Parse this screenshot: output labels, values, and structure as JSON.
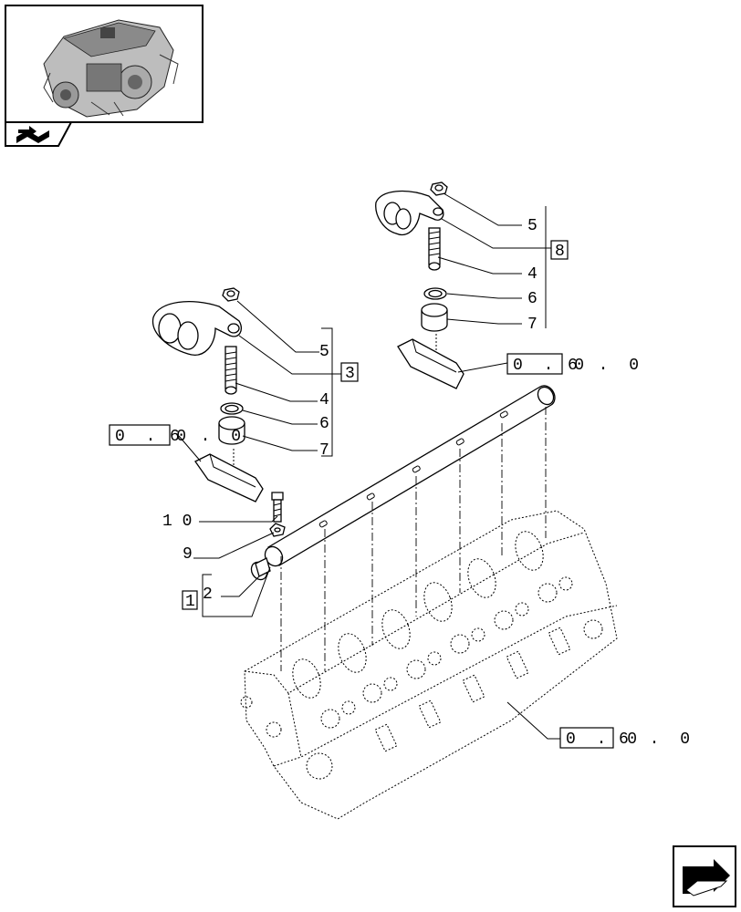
{
  "thumbnail": {
    "icon": "engine-thumbnail-icon",
    "tab_icon": "book-arrow-icon"
  },
  "callouts": {
    "group_right": {
      "box": "8",
      "items": [
        "5",
        "4",
        "6",
        "7"
      ]
    },
    "group_left": {
      "box": "3",
      "items": [
        "5",
        "4",
        "6",
        "7"
      ]
    },
    "shaft_group": {
      "box": "1",
      "item": "2"
    },
    "screw": "1 0",
    "washer": "9"
  },
  "references": {
    "ref_top_right": {
      "boxed": "0 . 0",
      "rest": "6 . 0"
    },
    "ref_left": {
      "boxed": "0 . 0",
      "rest": "6 . 0"
    },
    "ref_bottom": {
      "boxed": "0 . 0",
      "rest": "6 . 0"
    }
  },
  "nav": {
    "icon": "next-page-arrow-icon"
  }
}
